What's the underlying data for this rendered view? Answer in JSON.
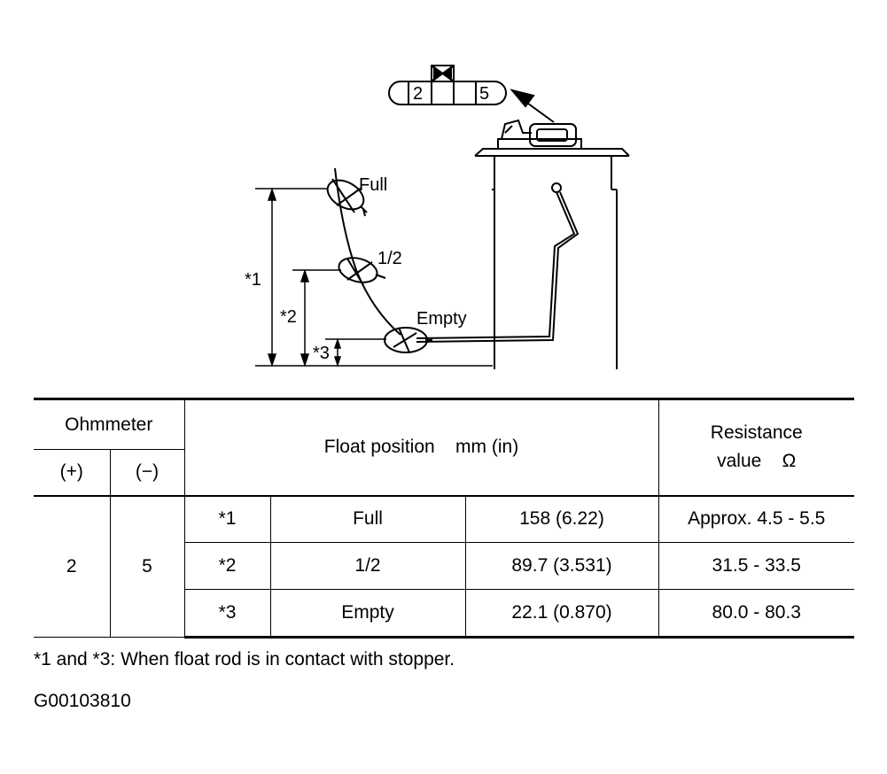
{
  "diagram": {
    "connector_terminal_left": "2",
    "connector_terminal_right": "5",
    "float_full_label": "Full",
    "float_half_label": "1/2",
    "float_empty_label": "Empty",
    "dim_1": "*1",
    "dim_2": "*2",
    "dim_3": "*3"
  },
  "table": {
    "header": {
      "ohmmeter": "Ohmmeter",
      "plus": "(+)",
      "minus": "(−)",
      "float_position": "Float position    mm (in)",
      "resistance_line1": "Resistance",
      "resistance_line2": "value    Ω"
    },
    "terminal_plus": "2",
    "terminal_minus": "5",
    "rows": [
      {
        "ref": "*1",
        "position": "Full",
        "measure": "158 (6.22)",
        "resistance": "Approx. 4.5 - 5.5"
      },
      {
        "ref": "*2",
        "position": "1/2",
        "measure": "89.7 (3.531)",
        "resistance": "31.5 - 33.5"
      },
      {
        "ref": "*3",
        "position": "Empty",
        "measure": "22.1 (0.870)",
        "resistance": "80.0 - 80.3"
      }
    ]
  },
  "footnote": "*1 and *3: When float rod is in contact with stopper.",
  "figure_id": "G00103810"
}
